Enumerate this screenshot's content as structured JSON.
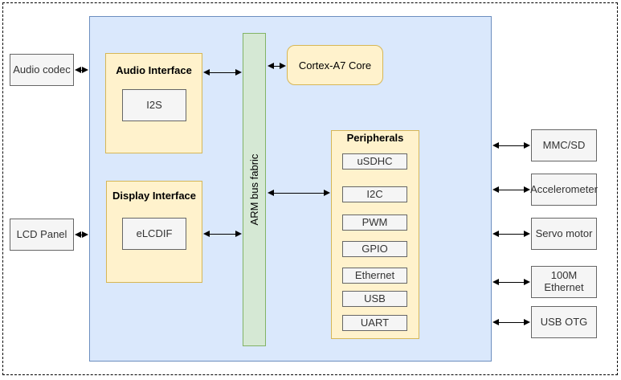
{
  "colors": {
    "soc_fill": "#dae8fc",
    "soc_stroke": "#6c8ebf",
    "module_fill": "#fff2cc",
    "module_stroke": "#d6b656",
    "bus_fill": "#d5e8d4",
    "bus_stroke": "#82b366",
    "io_fill": "#f5f5f5",
    "io_stroke": "#666666",
    "arrow": "#000000"
  },
  "external_left": [
    {
      "label": "Audio codec"
    },
    {
      "label": "LCD Panel"
    }
  ],
  "soc": {
    "cortex_label": "Cortex-A7 Core",
    "bus_label": "ARM bus fabric",
    "audio_interface": {
      "title": "Audio Interface",
      "sub": "I2S"
    },
    "display_interface": {
      "title": "Display Interface",
      "sub": "eLCDIF"
    },
    "peripherals": {
      "title": "Peripherals",
      "items": [
        "uSDHC",
        "I2C",
        "PWM",
        "GPIO",
        "Ethernet",
        "USB",
        "UART"
      ]
    }
  },
  "external_right": [
    {
      "label": "MMC/SD"
    },
    {
      "label": "Accelerometer"
    },
    {
      "label": "Servo motor"
    },
    {
      "label": "100M Ethernet"
    },
    {
      "label": "USB OTG"
    }
  ]
}
